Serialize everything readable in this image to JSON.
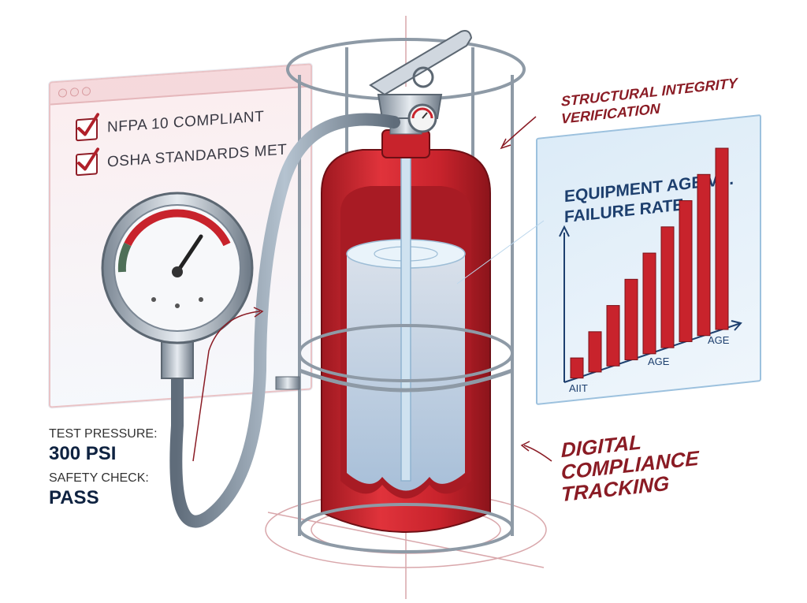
{
  "checklist": {
    "items": [
      {
        "label": "NFPA 10 COMPLIANT",
        "checked": true
      },
      {
        "label": "OSHA STANDARDS MET",
        "checked": true
      }
    ]
  },
  "callouts": {
    "structural_line1": "STRUCTURAL INTEGRITY",
    "structural_line2": "VERIFICATION",
    "digital_line1": "DIGITAL",
    "digital_line2": "COMPLIANCE",
    "digital_line3": "TRACKING"
  },
  "readouts": {
    "test_pressure_label": "TEST PRESSURE:",
    "test_pressure_value": "300 PSI",
    "safety_check_label": "SAFETY CHECK:",
    "safety_check_value": "PASS"
  },
  "chart_data": {
    "type": "bar",
    "title": "EQUIPMENT AGE VS. FAILURE RATE",
    "tick_labels": [
      "AIIT",
      "AGE",
      "AGE"
    ],
    "values": [
      1,
      2,
      3,
      4,
      5,
      6,
      7,
      8,
      9
    ]
  },
  "colors": {
    "accent_red": "#c8232c",
    "dark_red": "#8a1b24",
    "panel_blue": "#d6e8f6",
    "chart_title": "#1d3f6e"
  },
  "icons": [
    "checkmark-icon",
    "pressure-gauge-icon",
    "fire-extinguisher-icon",
    "arrow-icon"
  ]
}
